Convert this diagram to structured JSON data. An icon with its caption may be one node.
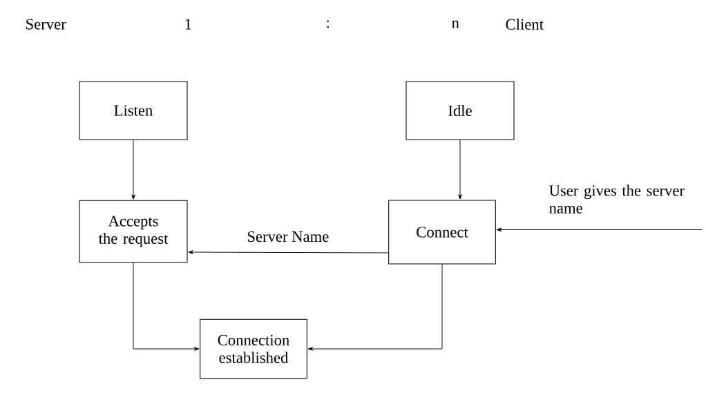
{
  "diagram": {
    "nodes": [
      {
        "text": [
          "Listen"
        ]
      },
      {
        "text": [
          "Idle"
        ]
      },
      {
        "text": [
          "Accepts the request"
        ]
      },
      {
        "text": [
          "Connect"
        ]
      },
      {
        "text": [
          "Connection established"
        ]
      },
      {
        "text": [
          "User gives the server name"
        ]
      }
    ],
    "edges": [
      {
        "from": 0,
        "to": 2,
        "arrow": "to"
      },
      {
        "from": 1,
        "to": 3,
        "arrow": "to"
      },
      {
        "from": 3,
        "to": 2,
        "arrow": "to",
        "label": "Server Name"
      },
      {
        "from": 5,
        "to": 3,
        "arrow": "to"
      },
      {
        "from": 2,
        "to": 4,
        "arrow": "to"
      },
      {
        "from": 3,
        "to": 4,
        "arrow": "to"
      }
    ],
    "labels": [
      "Server",
      "1",
      ":",
      "n",
      "Client"
    ]
  }
}
